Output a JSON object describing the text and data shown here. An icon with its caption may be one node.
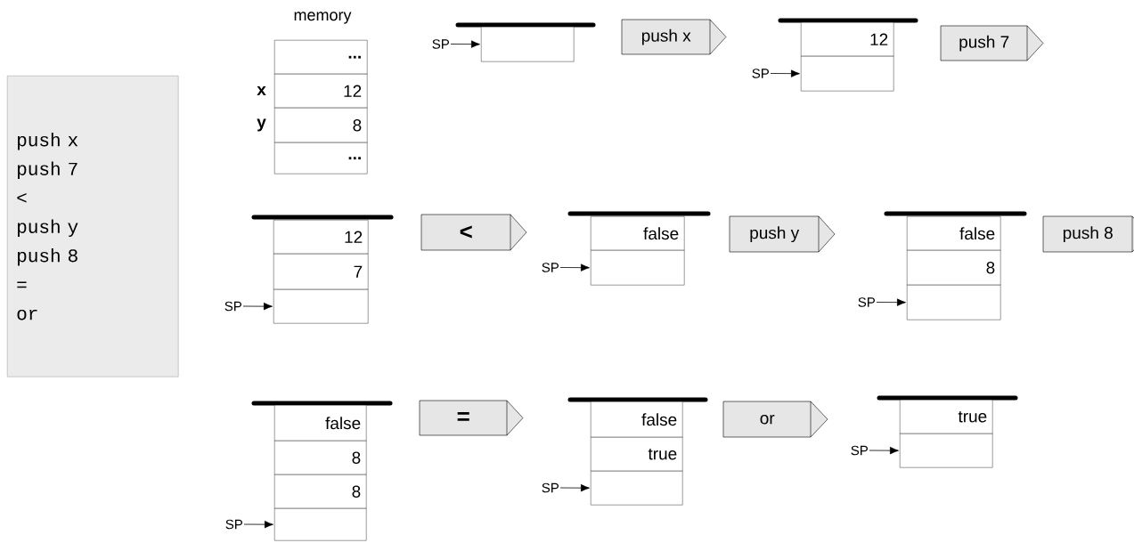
{
  "diagram": {
    "nodes": [
      {
        "text": [
          "push x",
          "push 7",
          "<",
          "push y",
          "push 8",
          "=",
          "or"
        ]
      },
      {
        "text": [
          "..."
        ]
      },
      {
        "text": [
          "12"
        ],
        "beside": [
          "x"
        ]
      },
      {
        "text": [
          "8"
        ],
        "beside": [
          "y"
        ]
      },
      {
        "text": [
          "..."
        ]
      },
      {
        "text": [
          "SP"
        ]
      },
      {
        "text": [],
        "shape": "box"
      },
      {
        "text": [
          "push x"
        ]
      },
      {
        "text": [
          "12"
        ]
      },
      {
        "text": [
          "SP"
        ]
      },
      {
        "text": [],
        "shape": "box"
      },
      {
        "text": [
          "push 7"
        ]
      },
      {
        "text": [
          "12"
        ]
      },
      {
        "text": [
          "7"
        ]
      },
      {
        "text": [
          "SP"
        ]
      },
      {
        "text": [],
        "shape": "box"
      },
      {
        "text": [
          "<"
        ]
      },
      {
        "text": [
          "false"
        ]
      },
      {
        "text": [
          "SP"
        ]
      },
      {
        "text": [],
        "shape": "box"
      },
      {
        "text": [
          "push y"
        ]
      },
      {
        "text": [
          "false"
        ]
      },
      {
        "text": [
          "8"
        ]
      },
      {
        "text": [
          "SP"
        ]
      },
      {
        "text": [],
        "shape": "box"
      },
      {
        "text": [
          "push 8"
        ]
      },
      {
        "text": [
          "false"
        ]
      },
      {
        "text": [
          "8"
        ]
      },
      {
        "text": [
          "8"
        ]
      },
      {
        "text": [
          "SP"
        ]
      },
      {
        "text": [],
        "shape": "box"
      },
      {
        "text": [
          "="
        ]
      },
      {
        "text": [
          "false"
        ]
      },
      {
        "text": [
          "true"
        ]
      },
      {
        "text": [
          "SP"
        ]
      },
      {
        "text": [],
        "shape": "box"
      },
      {
        "text": [
          "or"
        ]
      },
      {
        "text": [
          "true"
        ]
      },
      {
        "text": [
          "SP"
        ]
      },
      {
        "text": [],
        "shape": "box"
      }
    ],
    "edges": [
      {
        "from": 5,
        "to": 6,
        "arrow": "to"
      },
      {
        "from": 9,
        "to": 10,
        "arrow": "to"
      },
      {
        "from": 14,
        "to": 15,
        "arrow": "to"
      },
      {
        "from": 18,
        "to": 19,
        "arrow": "to"
      },
      {
        "from": 23,
        "to": 24,
        "arrow": "to"
      },
      {
        "from": 29,
        "to": 30,
        "arrow": "to"
      },
      {
        "from": 34,
        "to": 35,
        "arrow": "to"
      },
      {
        "from": 38,
        "to": 39,
        "arrow": "to"
      }
    ],
    "labels": [
      "memory"
    ]
  }
}
